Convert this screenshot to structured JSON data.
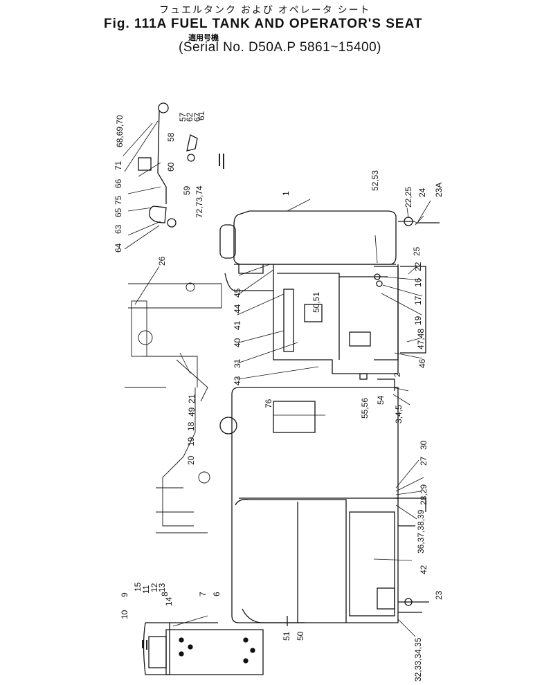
{
  "header": {
    "japanese_title": "フュエルタンク および オペレータ シート",
    "figure_title": "Fig. 111A FUEL TANK AND OPERATOR'S SEAT",
    "applicability_jp": "適用号機",
    "serial_line": "(Serial No. D50A.P 5861~15400)"
  },
  "callouts": {
    "c1": "1",
    "c2": "2",
    "c3_4_5": "3,4,5",
    "c6": "6",
    "c7": "7",
    "c8": "8",
    "c9": "9",
    "c10": "10",
    "c11": "11",
    "c12": "12",
    "c13": "13",
    "c14": "14",
    "c15": "15",
    "c16": "16",
    "c17": "17",
    "c18": "18",
    "c19a": "19",
    "c19b": "19",
    "c20": "20",
    "c21": "21",
    "c22": "22",
    "c22_25": "22,25",
    "c23": "23",
    "c23a": "23A",
    "c24": "24",
    "c25": "25",
    "c26": "26",
    "c27": "27",
    "c28_29": "28,29",
    "c30": "30",
    "c31": "31",
    "c32_36": "32,33,34,35",
    "c36_39": "36,37,38,39",
    "c40": "40",
    "c41": "41",
    "c42": "42",
    "c43": "43",
    "c44": "44",
    "c45": "45",
    "c46": "46",
    "c47_48": "47,48",
    "c49": "49",
    "c50": "50",
    "c50_51": "50,51",
    "c51": "51",
    "c52_53": "52,53",
    "c54": "54",
    "c55_56": "55,56",
    "c57": "57",
    "c58": "58",
    "c59": "59",
    "c60": "60",
    "c61": "61",
    "c62": "62",
    "c63": "63",
    "c64": "64",
    "c65": "65",
    "c66": "66",
    "c67": "67",
    "c68_70": "68,69,70",
    "c71": "71",
    "c72_74": "72,73,74",
    "c75": "75",
    "c76": "76"
  }
}
